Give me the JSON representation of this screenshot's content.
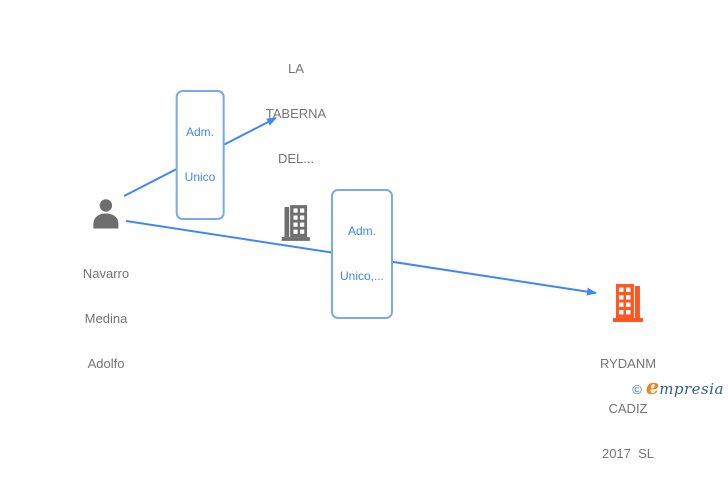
{
  "colors": {
    "edge-blue": "#4285f4",
    "edge-label-border": "#7aa9f0",
    "node-gray": "#6e6e6e",
    "node-label-gray": "#757575",
    "company-orange": "#ff5722",
    "brand-copyright-blue": "#3a7fae",
    "brand-orange": "#f2821e",
    "brand-blue": "#2f5f8f"
  },
  "diagram": {
    "person": {
      "name_lines": [
        "Navarro",
        "Medina",
        "Adolfo"
      ]
    },
    "company_top": {
      "name_lines": [
        "LA",
        "TABERNA",
        "DEL..."
      ]
    },
    "company_right": {
      "name_lines": [
        "RYDANM",
        "CADIZ",
        "2017  SL"
      ]
    },
    "edge_labels": [
      {
        "lines": [
          "Adm.",
          "Unico"
        ]
      },
      {
        "lines": [
          "Adm.",
          "Unico,..."
        ]
      }
    ]
  },
  "watermark": {
    "copyright_symbol": "©",
    "brand_initial": "e",
    "brand_rest": "mpresia"
  }
}
